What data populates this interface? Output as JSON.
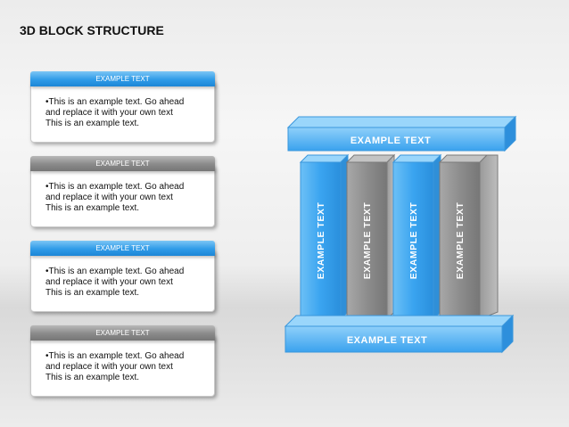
{
  "slide": {
    "title": "3D BLOCK STRUCTURE"
  },
  "cards": [
    {
      "header": "EXAMPLE TEXT",
      "body": "•This is an example text. Go ahead\nand replace it with your own text\nThis is an example text.",
      "header_color": "#2f9be8"
    },
    {
      "header": "EXAMPLE TEXT",
      "body": "•This is an example text. Go ahead\nand replace it with your own text\nThis is an example text.",
      "header_color": "#8a8a8a"
    },
    {
      "header": "EXAMPLE TEXT",
      "body": "•This is an example text. Go ahead\nand replace it with your own text\nThis is an example text.",
      "header_color": "#2f9be8"
    },
    {
      "header": "EXAMPLE TEXT",
      "body": "•This is an example text. Go ahead\nand replace it with your own text\nThis is an example text.",
      "header_color": "#8a8a8a"
    }
  ],
  "structure": {
    "top_slab": "EXAMPLE TEXT",
    "bottom_slab": "EXAMPLE TEXT",
    "columns": [
      {
        "label": "EXAMPLE TEXT",
        "color": "#3fa6ef"
      },
      {
        "label": "EXAMPLE TEXT",
        "color": "#8c8c8c"
      },
      {
        "label": "EXAMPLE TEXT",
        "color": "#3fa6ef"
      },
      {
        "label": "EXAMPLE TEXT",
        "color": "#8c8c8c"
      }
    ]
  }
}
